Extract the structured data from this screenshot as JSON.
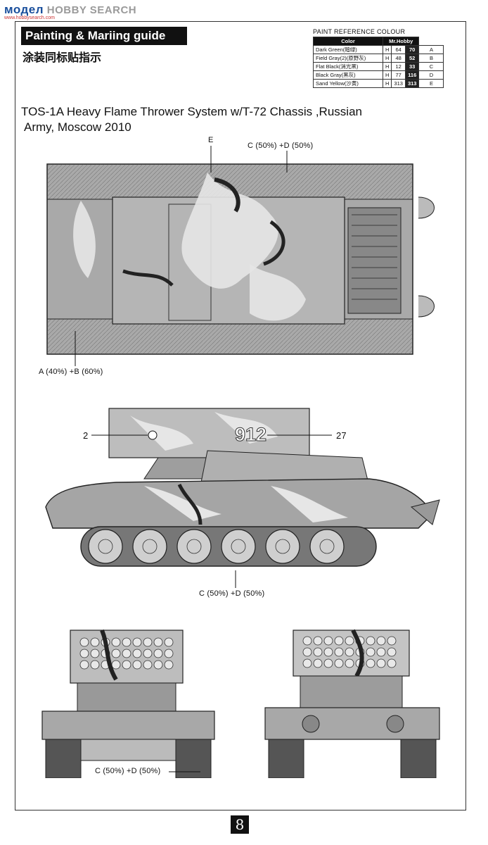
{
  "watermark": {
    "logo": "модел",
    "text": "HOBBY SEARCH",
    "sub": "www.hobbysearch.com"
  },
  "guide": {
    "title": "Painting & Mariing guide",
    "subtitle": "涂装同标贴指示"
  },
  "paint_reference": {
    "title": "PAINT REFERENCE COLOUR",
    "headers": [
      "Color",
      "Mr.Hobby"
    ],
    "rows": [
      {
        "color": "Dark Green(暗绿)",
        "prefix": "H",
        "num": "64",
        "code": "70",
        "letter": "A"
      },
      {
        "color": "Field Gray(2)(原野灰)",
        "prefix": "H",
        "num": "48",
        "code": "52",
        "letter": "B"
      },
      {
        "color": "Flat Black(消光黑)",
        "prefix": "H",
        "num": "12",
        "code": "33",
        "letter": "C"
      },
      {
        "color": "Black Gray(黑灰)",
        "prefix": "H",
        "num": "77",
        "code": "116",
        "letter": "D"
      },
      {
        "color": "Sand Yellow(沙黄)",
        "prefix": "H",
        "num": "313",
        "code": "313",
        "letter": "E"
      }
    ]
  },
  "main_title_line1": "TOS-1A Heavy Flame Thrower System w/T-72 Chassis ,Russian",
  "main_title_line2": "Army, Moscow 2010",
  "callouts": {
    "top_e": "E",
    "top_cd": "C (50%) +D (50%)",
    "top_ab": "A (40%) +B (60%)",
    "side_2": "2",
    "side_27": "27",
    "side_912": "912",
    "side_cd": "C (50%) +D (50%)",
    "front_cd": "C (50%) +D (50%)"
  },
  "page_number": "8",
  "colors": {
    "camo_light": "#e6e6e6",
    "camo_mid": "#9e9e9e",
    "camo_dark": "#3a3a3a",
    "ink": "#111111"
  }
}
